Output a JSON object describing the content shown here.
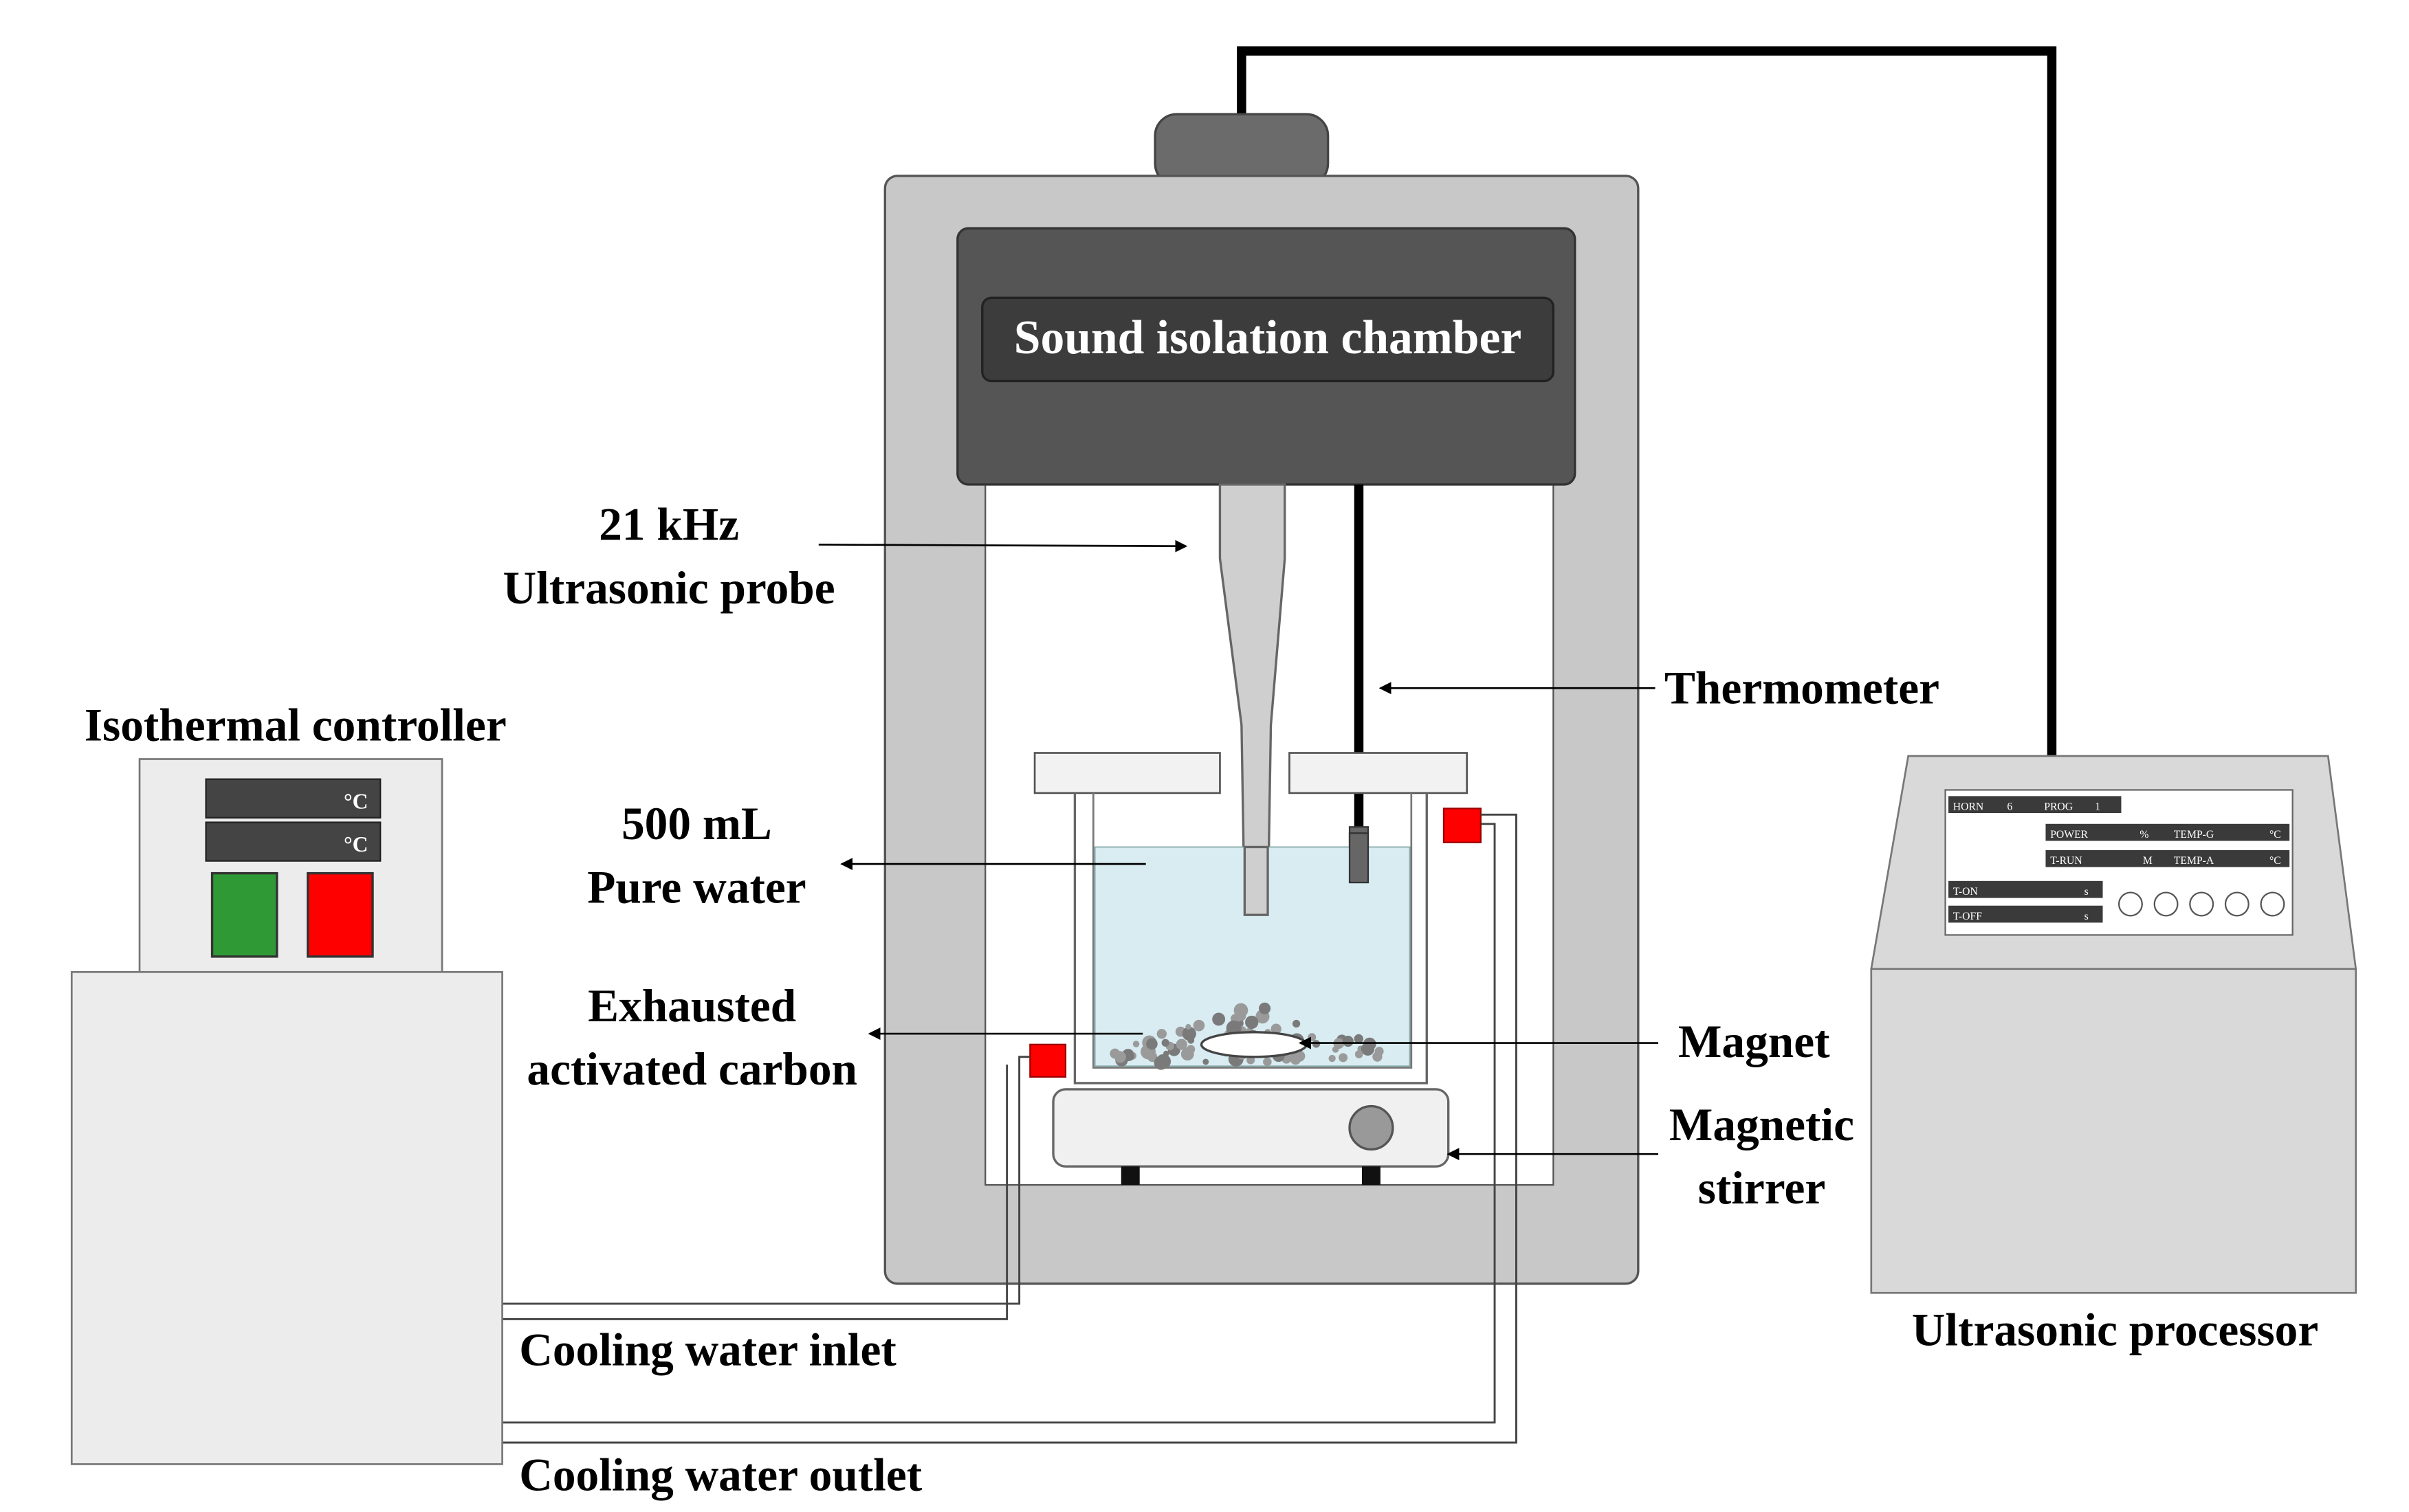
{
  "chamber": {
    "title": "Sound isolation chamber"
  },
  "labels": {
    "probe_line1": "21 kHz",
    "probe_line2": "Ultrasonic probe",
    "thermometer": "Thermometer",
    "water_line1": "500 mL",
    "water_line2": "Pure water",
    "carbon_line1": "Exhausted",
    "carbon_line2": "activated carbon",
    "magnet": "Magnet",
    "stirrer_line1": "Magnetic",
    "stirrer_line2": "stirrer",
    "controller": "Isothermal controller",
    "processor": "Ultrasonic processor",
    "inlet": "Cooling water inlet",
    "outlet": "Cooling water outlet"
  },
  "controller": {
    "display_unit_1": "°C",
    "display_unit_2": "°C"
  },
  "processor_panel": {
    "horn": "HORN",
    "horn_val": "6",
    "prog": "PROG",
    "prog_val": "1",
    "power": "POWER",
    "power_unit": "%",
    "temp_g": "TEMP-G",
    "temp_g_unit": "°C",
    "t_run": "T-RUN",
    "t_run_unit": "M",
    "temp_a": "TEMP-A",
    "temp_a_unit": "°C",
    "t_on": "T-ON",
    "t_on_unit": "s",
    "t_off": "T-OFF",
    "t_off_unit": "s"
  },
  "colors": {
    "chamber_frame": "#c8c8c8",
    "chamber_head": "#555555",
    "water": "#d8ecf2",
    "valve_red": "#ff0000",
    "button_green": "#2f9a35",
    "button_red": "#ff0000"
  }
}
